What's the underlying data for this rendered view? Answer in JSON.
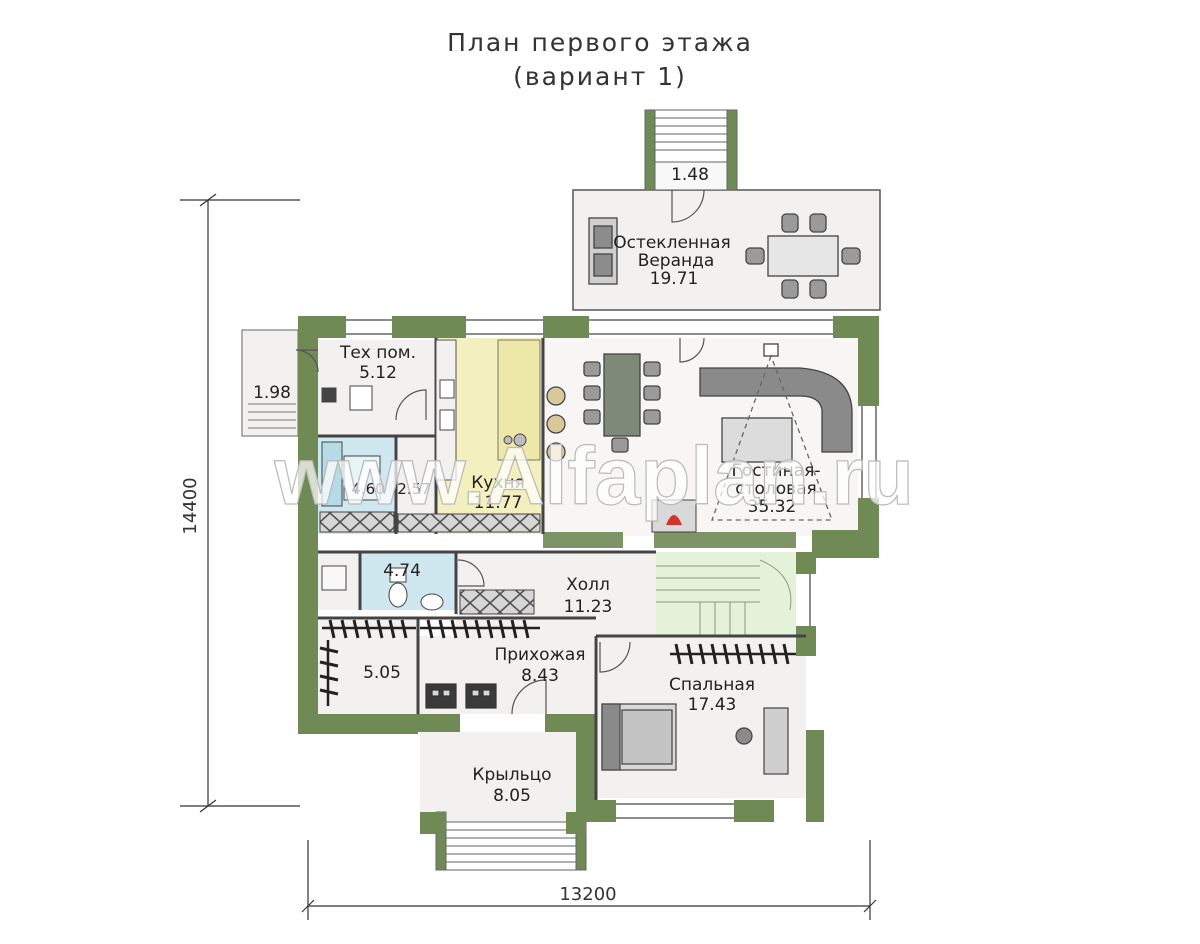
{
  "plan": {
    "title_line1": "План первого этажа",
    "title_line2": "(вариант 1)",
    "watermark": "www.Alfaplan.ru",
    "colors": {
      "wall": "#6f8a55",
      "kitchen": "#f4efbf",
      "wet": "#cfe7ee",
      "stairs": "#e3f2d8",
      "floor": "#f3f1ef",
      "furniture": "#8a8a8a"
    },
    "dimensions": {
      "width_label": "13200",
      "height_label": "14400"
    },
    "rooms": [
      {
        "id": "steps-north",
        "area": "1.48"
      },
      {
        "id": "veranda",
        "name_line1": "Остекленная",
        "name_line2": "Веранда",
        "area": "19.71"
      },
      {
        "id": "side-porch",
        "area": "1.98"
      },
      {
        "id": "tech",
        "name": "Тех пом.",
        "area": "5.12"
      },
      {
        "id": "kitchen",
        "name": "Кухня",
        "area": "11.77"
      },
      {
        "id": "living",
        "name_line1": "Гостиная-",
        "name_line2": "столовая",
        "area": "35.32"
      },
      {
        "id": "bath-a",
        "area": "4.60"
      },
      {
        "id": "bath-b",
        "area": "2.57"
      },
      {
        "id": "wc",
        "area": "4.74"
      },
      {
        "id": "hall",
        "name": "Холл",
        "area": "11.23"
      },
      {
        "id": "closet",
        "area": "5.05"
      },
      {
        "id": "entry",
        "name": "Прихожая",
        "area": "8.43"
      },
      {
        "id": "bedroom",
        "name": "Спальная",
        "area": "17.43"
      },
      {
        "id": "porch",
        "name": "Крыльцо",
        "area": "8.05"
      }
    ]
  }
}
